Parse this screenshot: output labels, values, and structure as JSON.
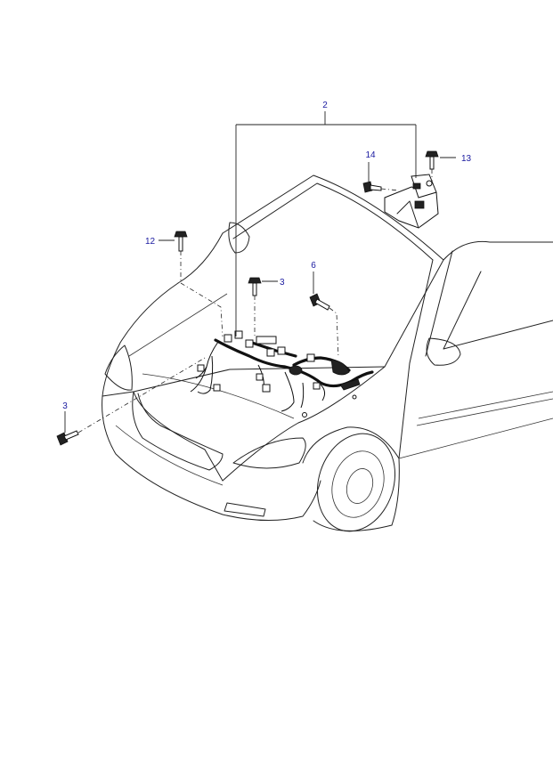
{
  "diagram": {
    "callout_color": "#1a1aa0",
    "line_color": "#222222",
    "callouts": {
      "harness": "2",
      "bolt_left": "3",
      "bolt_center": "3",
      "bolt_6": "6",
      "bolt_12": "12",
      "bolt_13": "13",
      "bolt_14": "14"
    }
  }
}
